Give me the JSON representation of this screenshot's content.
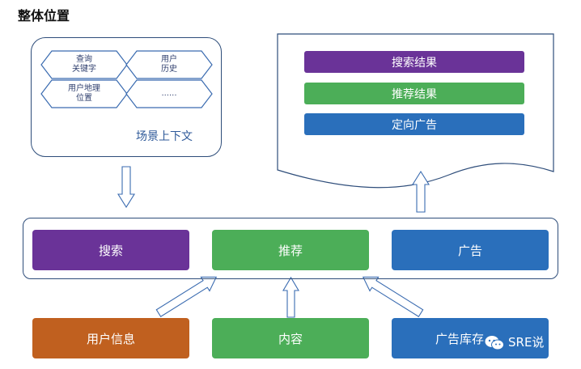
{
  "title": "整体位置",
  "context": {
    "label": "场景上下文",
    "items": [
      {
        "line1": "查询",
        "line2": "关键字"
      },
      {
        "line1": "用户",
        "line2": "历史"
      },
      {
        "line1": "用户地理",
        "line2": "位置"
      },
      {
        "line1": "......",
        "line2": ""
      }
    ]
  },
  "results": {
    "items": [
      {
        "label": "搜索结果",
        "color": "#6a3398"
      },
      {
        "label": "推荐结果",
        "color": "#4cae58"
      },
      {
        "label": "定向广告",
        "color": "#2a6fbb"
      }
    ]
  },
  "modules": [
    {
      "label": "搜索",
      "color": "#6a3398"
    },
    {
      "label": "推荐",
      "color": "#4cae58"
    },
    {
      "label": "广告",
      "color": "#2a6fbb"
    }
  ],
  "sources": [
    {
      "label": "用户信息",
      "color": "#c0601f"
    },
    {
      "label": "内容",
      "color": "#4cae58"
    },
    {
      "label": "广告库存",
      "color": "#2a6fbb"
    }
  ],
  "watermark": "SRE说"
}
